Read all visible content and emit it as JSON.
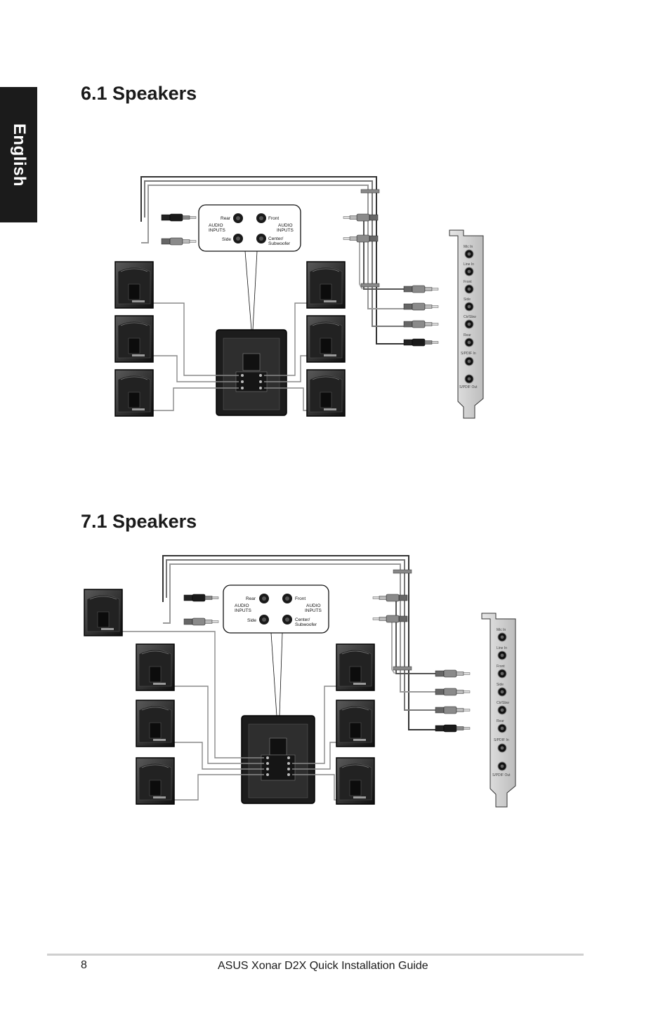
{
  "sidebar": {
    "language_tab": "English"
  },
  "sections": [
    {
      "title": "6.1 Speakers"
    },
    {
      "title": "7.1 Speakers"
    }
  ],
  "diagram_labels": {
    "rear": "Rear",
    "front": "Front",
    "audio_inputs_line1": "AUDIO",
    "audio_inputs_line2": "INPUTS",
    "side": "Side",
    "center_line1": "Center/",
    "center_line2": "Subwoofer"
  },
  "card_ports": [
    "Mic In",
    "Line In",
    "Front",
    "Side",
    "Ctr/Sbw",
    "Rear",
    "S/PDIF In",
    "S/PDIF Out"
  ],
  "footer": {
    "page_number": "8",
    "guide_title": "ASUS Xonar D2X Quick Installation Guide"
  }
}
